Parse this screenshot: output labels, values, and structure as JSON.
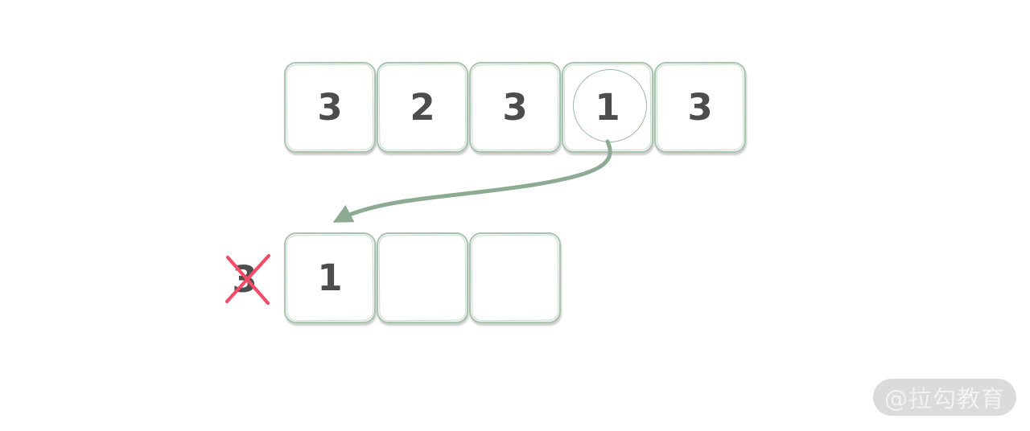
{
  "diagram": {
    "source_array": {
      "cells": [
        {
          "value": "3",
          "circled": false
        },
        {
          "value": "2",
          "circled": false
        },
        {
          "value": "3",
          "circled": false
        },
        {
          "value": "1",
          "circled": true
        },
        {
          "value": "3",
          "circled": false
        }
      ]
    },
    "result_array": {
      "cells": [
        {
          "value": "1"
        },
        {
          "value": ""
        },
        {
          "value": ""
        }
      ]
    },
    "removed_value": "3",
    "arrow": {
      "from": "source cell with value 1",
      "to": "first result cell"
    }
  },
  "watermark": {
    "text": "@拉勾教育"
  },
  "colors": {
    "box_border": "#a9c4ae",
    "arrow_color": "#8cab92",
    "circle_color": "#9cbba3",
    "number_color": "#4d4d4d",
    "cross_color": "#f54b66",
    "watermark_bg": "#dbdbdb",
    "watermark_text": "#f2f2f2"
  }
}
